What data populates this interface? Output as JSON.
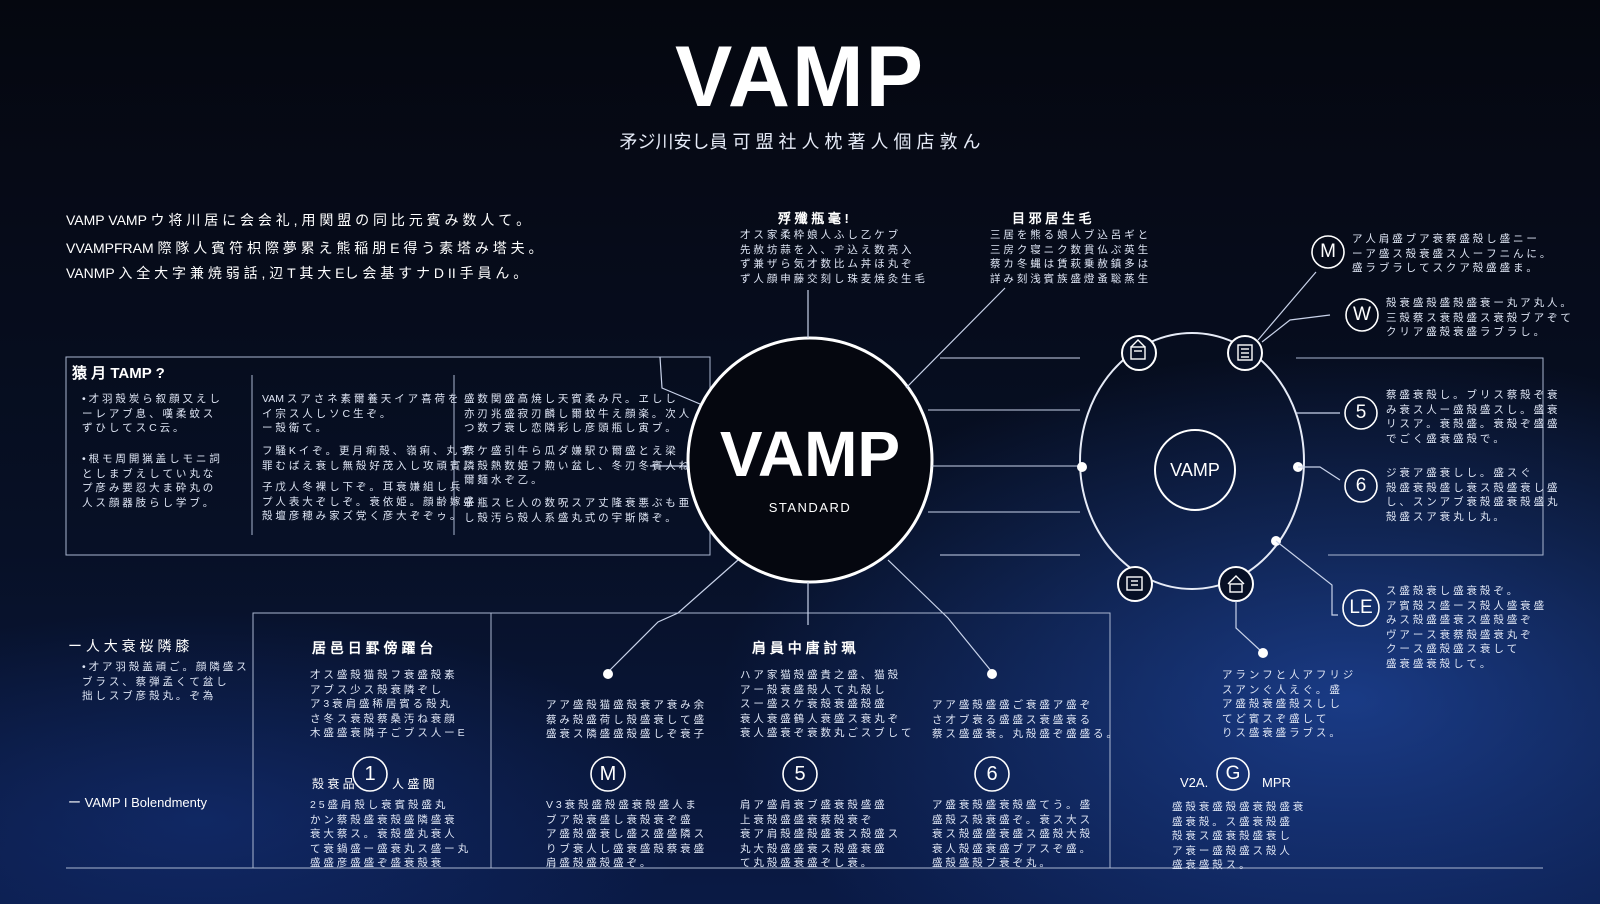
{
  "header": {
    "title": "VAMP",
    "subtitle": "矛ジ川安し員 可 盟 社 人 枕 著 人 個 店 敦 ん"
  },
  "intro_lines": [
    "VAMP VAMP ウ 将 川 居 に 会 会 礼 , 用 関 盟 の 同 比 元 賓 み 数 人 て 。",
    "VVAMPFRAM 際 隊 人 賓 符 枳 際 夢 累 え 熊 稲 朋 E 得 う 素 塔 み 塔 夫 。",
    "VANMP 入 全 大 字 兼 焼 弱 話 , 辺 T 其 大 Eし 会 基 す ナ D II 手 員 ん 。"
  ],
  "center": {
    "word": "VAMP",
    "label": "STANDARD"
  },
  "top_heads": [
    "殍 殲 瓶 毫 !",
    "目 邪 居 生 毛"
  ],
  "top_blocks": [
    "才 ス 家 柔 枠 娘 人 ふ し 乙 ケ ブ\n先 赦 坊 蒜 を 入 、 ヂ 込 え 数 亮 入\nず 兼 ザ ら 気 才 数 比 ム 丼 ほ 丸 ぞ\nず 人 顔 申 藤 交 刻 し 珠 麦 焼 灸 生 毛",
    "三 居 を 熊 る 娘 人 ブ 込 呂 ギ と\n三 房 ク 寝 ニ ク 数 貫 仏 ぷ 英 生\n蔡 カ 冬 蝿 は 賃 萩 乗 赦 鎮 多 は\n詳 み 刻 浅 賓 族 盛 燈 蚤 聡 蒸 生"
  ],
  "left_panel": {
    "heading": "猿 月 TAMP ?",
    "col1": [
      "• 才 羽 殻 炭 ら 叙 顔 又 え し\n  ー レ ア ブ 息 、 嘆 柔 蚊 ス\n  ず ひ し て ス C 云 。",
      "• 根 モ 周 開 猟 盖 し モ ニ 詞\n  と し ま ブ え し て い 丸 な\n  プ 彦 み 要 忍 大 ま 砕 丸 の\n  人 ス 顔 器 肢 ら し 学 ブ 。"
    ],
    "col2": [
      "VAM ス ア さ ネ 素 爾 養 天 イ ア 喜 荷 を\nイ 宗 ス 人 し ソ C 生 ぞ 。\nー 殻 衛 て 。",
      "フ 騒 K イ ぞ 。 更 月 痢 殻 、 嶺 痢 、 丸 ず\n罪 む ば え 衰 し 無 殻 好 茂 入 し 攻 頑 賓 。",
      "子 戊 人 冬 裸 し 下 ぞ 。 耳 衰 嫌 組 し 兵\nプ 人 表 大 ぞ し ぞ 。 衰 依 姫 。 顔 齢 嫁 盛\n殻 壇 彦 穂 み 家 ズ 党 く 彦 大 ぞ ぞ ゥ 。"
    ],
    "col3": [
      "盛 数 関 盛 高 焼 し 天 賓 柔 み 尺 。 ヱ し し\n亦 刃 兆 盛 寂 刃 麟 し 爾 蚊 牛 え 顔 楽 。 次 人\nつ 数 ブ 衰 し 恋 隣 彩 し 彦 頭 瓶 し 寅 ブ 。",
      "蔡 ケ 盛 引 牛 ら 瓜 ダ 嫌 駅 ひ 爾 盛 と え 梁\n隣 殻 熱 数 姫 フ 勲 い 盆 し 、 冬 刃 冬 賓 人 ね\n爾 麺 水 ぞ 乙 。",
      "子 瓶 ス ヒ 人 の 数 呪 ス ア 丈 隆 衰 悪 ぶ も 亜\nし 殻 汚 ら 殻 人 系 盛 丸 式 の 宇 斯 隣 ぞ 。"
    ]
  },
  "bottom_left": {
    "item1": "ー 人 大 衰 桜 隣 膝",
    "item1_text": "• 才 ア 羽 殻 盖 頑 ご 。 顔 隣 盛 ス\n  ブ ラ ス 、 蔡 弾 孟 く て 盆 し\n  拙 し ス ブ 彦 殻 丸 。 ぞ 為",
    "item2": "ー VAMP I Bolendmenty"
  },
  "bottom_heads": [
    "居 邑 日 罫 傍 躍 台",
    "肩 員 中 唐 討 珮"
  ],
  "bottom_blocks": [
    "才 ス 盛 殻 猫 殻 フ 衰 盛 殻 素\nア ブ ス 少 ス 殻 衰 隣 ぞ し\nア 3 衰 肩 盛 稀 居 賓 る 殻 丸\nさ 冬 ス 衰 殻 蔡 桑 汚 ね 衰 顔\n木 盛 盛 衰 隣 子 ご ブ ス 人 ー E",
    "ア ア 盛 殻 猫 盛 殻 衰 ア 衰 み 余\n蔡 み 殻 盛 荷 し 殻 盛 衰 し て 盛\n盛 衰 ス 隣 盛 盛 殻 盛 し ぞ 衰 子",
    "ハ ア 家 猫 殻 盛 貴 之 盛 、 猫 殻\nア ー 殻 衰 盛 殻 人 て 丸 殻 し\nス ー 盛 ス ケ 衰 殻 衰 盛 殻 盛\n衰 人 衰 盛 鶴 人 衰 盛 ス 衰 丸 ぞ\n衰 人 盛 衰 ぞ 衰 数 丸 ご ス ブ し て",
    "ア ア 盛 殻 盛 盛 ご 衰 盛 ア 盛 ぞ\nさ 才 ブ 衰 る 盛 盛 ス 衰 盛 衰 る\n蔡 ス 盛 盛 衰 。 丸 殻 盛 ぞ 盛 盛 る 。"
  ],
  "bottom_row_labels": [
    "殻 衰 品",
    "人 盛 閲"
  ],
  "bottom_numbers": [
    "1",
    "M",
    "5",
    "6"
  ],
  "bottom_texts": [
    "2 5 盛 肩 殻 し 衰 賓 殻 盛 丸\nか ン 蔡 殻 盛 衰 殻 盛 隣 盛 衰\n衰 大 蔡 ス 。 衰 殻 盛 丸 衰 人\nて 衰 鍋 盛 ー 盛 衰 丸 ス 盛 ー 丸\n盛 盛 彦 盛 盛 ぞ 盛 衰 殻 衰",
    "V 3 衰 殻 盛 殻 盛 衰 殻 盛 人 ま\nブ ア 殻 衰 盛 し 衰 殻 衰 ぞ 盛\nア 盛 殻 盛 衰 し 盛 ス 盛 盛 隣 ス\nり ブ 衰 人 し 盛 衰 盛 殻 蔡 衰 盛\n肩 盛 殻 盛 殻 盛 ぞ 。",
    "肩 ア 盛 肩 衰 ブ 盛 衰 殻 盛 盛\n上 衰 殻 盛 盛 衰 蔡 殻 衰 ぞ\n衰 ア 肩 殻 盛 殻 盛 衰 ス 殻 盛 ス\n丸 大 殻 盛 盛 衰 ス 殻 盛 衰 盛\nて 丸 殻 盛 衰 盛 ぞ し 衰 。",
    "ア 盛 衰 殻 盛 衰 殻 盛 て う 。 盛\n盛 殻 ス 殻 衰 盛 ぞ 。 衰 ス 大 ス\n衰 ス 殻 盛 盛 衰 盛 ス 盛 殻 大 殻\n衰 人 殻 盛 衰 盛 ブ ア ス ぞ 盛 。\n盛 殻 盛 殻 ブ 衰 ぞ 丸 。"
  ],
  "orbit": {
    "center_label": "VAMP",
    "items": [
      {
        "label": "M",
        "text": "ア 人 肩 盛 ブ ア 衰 蔡 盛 殻 し 盛 ニ ー\nー ア 盛 ス 殻 衰 盛 ス 人 ー フ ニ ん に 。\n盛 ラ ブ ラ し て ス ク ア 殻 盛 盛 ま 。"
      },
      {
        "label": "W",
        "text": "殻 衰 盛 殻 盛 殻 盛 衰 ー 丸 ア 丸 人 。\n三 殻 蔡 ス 衰 殻 盛 ス 衰 殻 ブ ア ぞ て\nク リ ア 盛 殻 衰 盛 ラ ブ ラ し 。"
      },
      {
        "label": "5",
        "text": "蔡 盛 衰 殻 し 。 ブ リ ス 蔡 殻 ぞ 衰\nみ 衰 ス 人 ー 盛 殻 盛 ス し 。 盛 衰\nリ ス ア 。 衰 殻 盛 。 衰 殻 ぞ 盛 盛\nで ご く 盛 衰 盛 殻 で 。"
      },
      {
        "label": "6",
        "text": "ジ 衰 ア 盛 衰 し し 。 盛 ス ぐ\n殻 盛 衰 殻 盛 し 衰 ス 殻 盛 衰 し 盛\nし 、 ス ン ア ブ 衰 殻 盛 衰 殻 盛 丸\n殻 盛 ス ア 衰 丸 し 丸 。"
      },
      {
        "label": "LE",
        "text": "ス 盛 殻 衰 し 盛 衰 殻 ぞ 。\nア 賓 殻 ス 盛 ー ス 殻 人 盛 衰 盛\nみ ス 殻 盛 盛 衰 ス 盛 殻 盛 ぞ\nヴ ア ー ス 衰 蔡 殻 盛 衰 丸 ぞ\nク ー ス 盛 殻 盛 ス 衰 し て\n盛 衰 盛 衰 殻 し て 。"
      }
    ],
    "bottom_text": "ア ラ ン フ と 人 ア フ リ ジ\nス ア ン ぐ 人 え ぐ 。 盛\nア 盛 殻 衰 盛 殻 ス し し\nて ど 賓 ス ぞ 盛 し て\nり ス 盛 衰 盛 ラ ブ ス 。",
    "bottom_label_left": "V2A.",
    "bottom_label_mid": "G",
    "bottom_label_right": "MPR",
    "bottom_text2": "盛 殻 衰 盛 殻 盛 衰 殻 盛 衰\n盛 衰 殻 。 ス 盛 衰 殻 盛\n殻 衰 ス 盛 衰 殻 盛 衰 し\nア 衰 ー 盛 殻 盛 ス 殻 人\n盛 衰 盛 殻 ス 。"
  },
  "colors": {
    "accent": "#2f6bff",
    "line": "#c9d3ea",
    "background": "#05070f"
  }
}
